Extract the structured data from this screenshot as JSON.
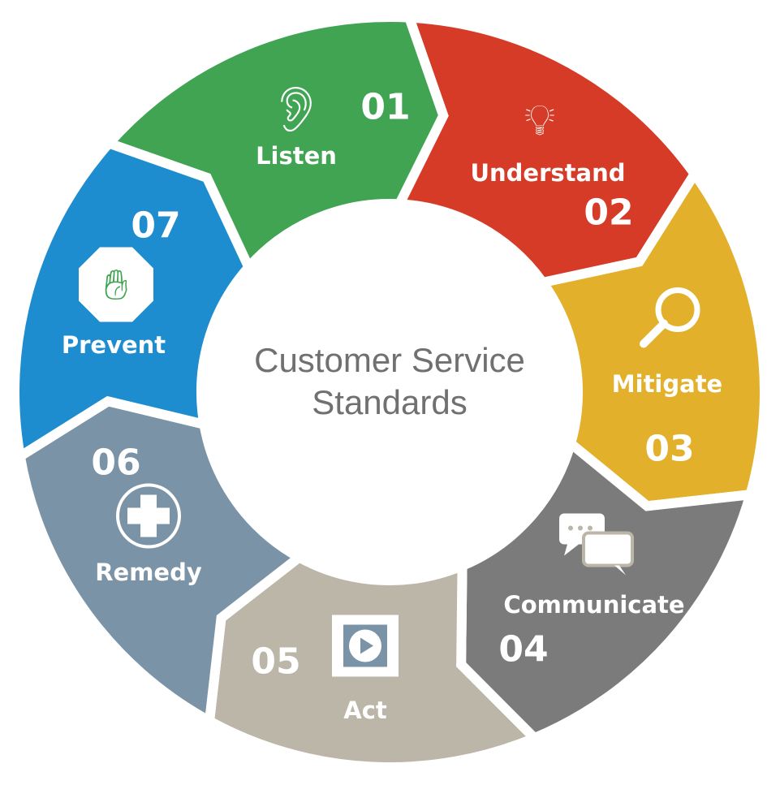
{
  "title": [
    "Customer Service",
    "Standards"
  ],
  "segments": [
    {
      "number": "01",
      "label": "Listen",
      "icon": "ear-icon",
      "color": "#d53b26"
    },
    {
      "number": "02",
      "label": "Understand",
      "icon": "lightbulb-icon",
      "color": "#e2b02b"
    },
    {
      "number": "03",
      "label": "Mitigate",
      "icon": "magnifier-icon",
      "color": "#7b7b7b"
    },
    {
      "number": "04",
      "label": "Communicate",
      "icon": "chat-bubbles-icon",
      "color": "#bcb6a9"
    },
    {
      "number": "05",
      "label": "Act",
      "icon": "video-play-icon",
      "color": "#7b93a7"
    },
    {
      "number": "06",
      "label": "Remedy",
      "icon": "medical-cross-icon",
      "color": "#1e8dcf"
    },
    {
      "number": "07",
      "label": "Prevent",
      "icon": "stop-hand-icon",
      "color": "#40a453"
    }
  ]
}
